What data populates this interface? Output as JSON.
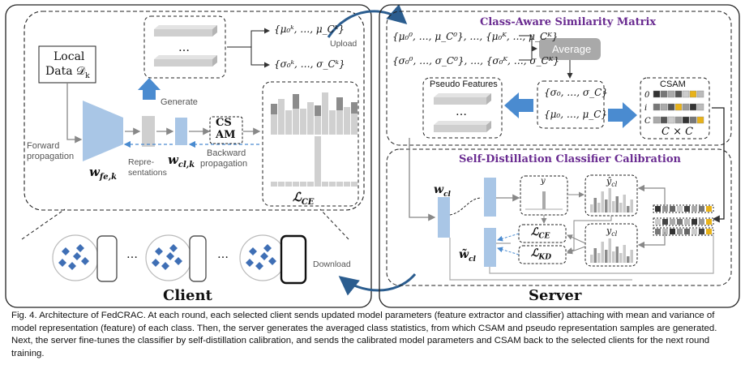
{
  "client": {
    "title": "Client",
    "local_data": "Local\nData 𝒟_k",
    "local_data_line1": "Local",
    "local_data_line2": "Data 𝒟",
    "local_data_sub": "k",
    "forward": "Forward\npropagation",
    "forward_line1": "Forward",
    "forward_line2": "propagation",
    "w_fe": "w",
    "w_fe_sub": "fe,k",
    "representations_line1": "Repre-",
    "representations_line2": "sentations",
    "w_cl": "w",
    "w_cl_sub": "cl,k",
    "backward_line1": "Backward",
    "backward_line2": "propagation",
    "generate": "Generate",
    "csam_line1": "CS",
    "csam_line2": "AM",
    "loss_ce": "ℒ",
    "loss_ce_sub": "CE",
    "upload": "Upload",
    "mu_set": "{μ₀ᵏ, …, μ_Cᵏ}",
    "sigma_set": "{σ₀ᵏ, …, σ_Cᵏ}",
    "ellipsis": "…",
    "download": "Download"
  },
  "server": {
    "title": "Server",
    "csm_title": "Class-Aware Similarity Matrix",
    "mu_all": "{μ₀⁰, …, μ_C⁰}, …, {μ₀ᴷ, …, μ_Cᴷ}",
    "sigma_all": "{σ₀⁰, …, σ_C⁰}, …, {σ₀ᴷ, …, σ_Cᴷ}",
    "average": "Average",
    "sigma_avg": "{σ₀, …, σ_C}",
    "mu_avg": "{μ₀, …, μ_C}",
    "pseudo_features": "Pseudo Features",
    "csam": "CSAM",
    "csam_rows": [
      "0",
      "i",
      "C"
    ],
    "csam_dim": "C × C",
    "sdcc_title": "Self-Distillation Classifier Calibration",
    "w_cl": "w",
    "w_cl_sub": "cl",
    "w_cl_tilde": "w̃",
    "w_cl_tilde_sub": "cl",
    "y": "y",
    "y_hat_cl": "ŷ",
    "y_hat_cl_sub": "cl",
    "y_cl": "y",
    "y_cl_sub": "cl",
    "loss_ce": "ℒ",
    "loss_ce_sub": "CE",
    "loss_kd": "ℒ",
    "loss_kd_sub": "KD",
    "ellipsis": "…"
  },
  "caption": "Fig. 4. Architecture of FedCRAC. At each round, each selected client sends updated model parameters (feature extractor and classifier) attaching with mean and variance of model representation (feature) of each class. Then, the server generates the averaged class statistics, from which CSAM and pseudo representation samples are generated. Next, the server fine-tunes the classifier by self-distillation calibration, and sends the calibrated model parameters and CSAM back to the selected clients for the next round training.",
  "colors": {
    "blue": "#a9c6e6",
    "arrow_blue": "#4a8bd0",
    "dark_curve": "#2b5d8f",
    "gray_bar": "#bdbdbd",
    "dark_gray_bar": "#8c8c8c",
    "purple": "#6a2c91",
    "yellow": "#e8b21a"
  }
}
